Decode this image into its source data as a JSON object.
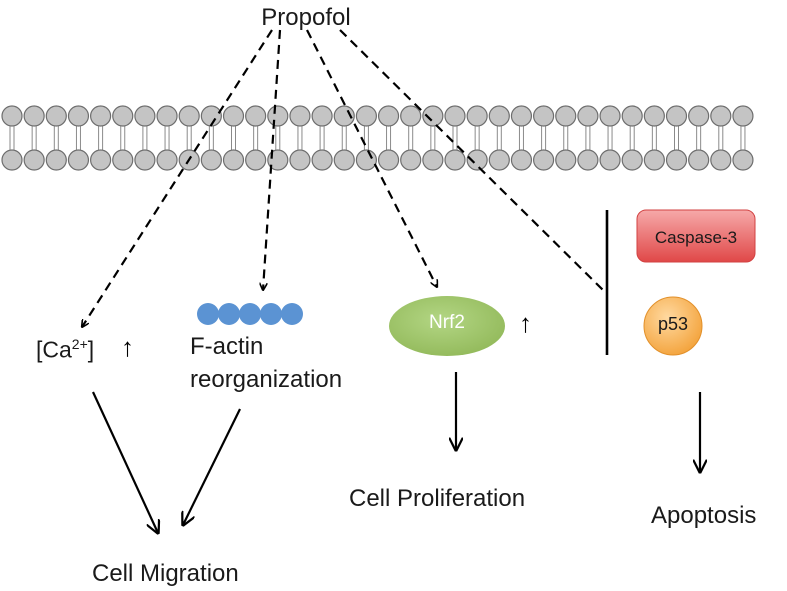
{
  "nodes": {
    "propofol": "Propofol",
    "calcium": {
      "base": "[Ca",
      "superscript": "2+",
      "close": "]"
    },
    "factin": {
      "line1": "F-actin",
      "line2": "reorganization"
    },
    "nrf2": "Nrf2",
    "caspase3": "Caspase-3",
    "p53": "p53",
    "cell_proliferation": "Cell Proliferation",
    "apoptosis": "Apoptosis",
    "cell_migration": "Cell Migration"
  },
  "increase_symbol": "↑",
  "colors": {
    "membrane_head": "#c4c4c4",
    "membrane_outline": "#6e6e6e",
    "factin": "#5b93d3",
    "nrf2": "#9cc264",
    "caspase3": "#e85c5c",
    "p53": "#f3a23a"
  },
  "edges": [
    {
      "from": "Propofol",
      "to": "[Ca2+]",
      "style": "dashed"
    },
    {
      "from": "Propofol",
      "to": "F-actin reorganization",
      "style": "dashed"
    },
    {
      "from": "Propofol",
      "to": "Nrf2",
      "style": "dashed"
    },
    {
      "from": "Propofol",
      "to": "Caspase-3 / p53",
      "style": "dashed-inhibit"
    },
    {
      "from": "[Ca2+]",
      "to": "Cell Migration",
      "style": "solid"
    },
    {
      "from": "F-actin reorganization",
      "to": "Cell Migration",
      "style": "solid"
    },
    {
      "from": "Nrf2",
      "to": "Cell Proliferation",
      "style": "solid"
    },
    {
      "from": "p53",
      "to": "Apoptosis",
      "style": "solid"
    }
  ]
}
